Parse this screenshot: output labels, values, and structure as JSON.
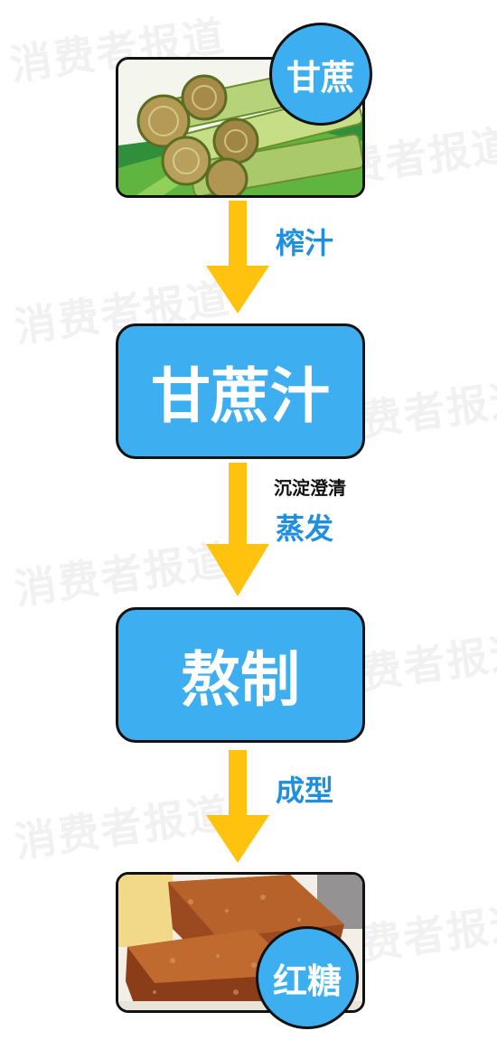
{
  "watermark": "消费者报道",
  "nodes": {
    "sugarcane": "甘蔗",
    "juice": "甘蔗汁",
    "boil": "熬制",
    "brown_sugar": "红糖"
  },
  "steps": {
    "press": "榨汁",
    "clarify": "沉淀澄清",
    "evaporate": "蒸发",
    "shape": "成型"
  },
  "colors": {
    "box_fill": "#3daef0",
    "arrow": "#ffc20e",
    "step_label": "#1f8fe0"
  }
}
